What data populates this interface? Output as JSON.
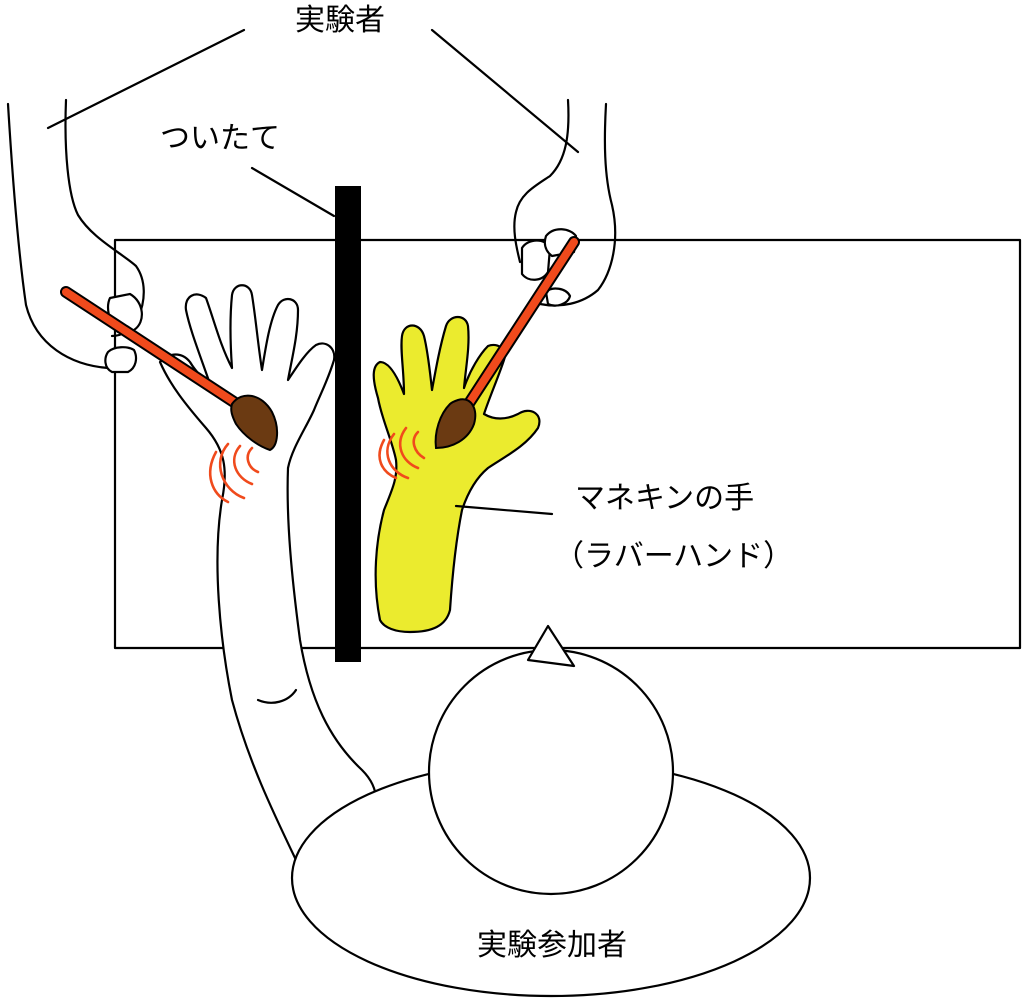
{
  "labels": {
    "experimenter": "実験者",
    "partition": "ついたて",
    "mannequin_hand_line1": "マネキンの手",
    "mannequin_hand_line2": "（ラバーハンド）",
    "participant": "実験参加者"
  },
  "colors": {
    "outline": "#000000",
    "background": "#ffffff",
    "rubber_hand": "#ebeb2e",
    "brush_handle": "#f04a1c",
    "brush_tip": "#6b3a12",
    "touch_waves": "#f04a1c",
    "partition": "#000000"
  }
}
